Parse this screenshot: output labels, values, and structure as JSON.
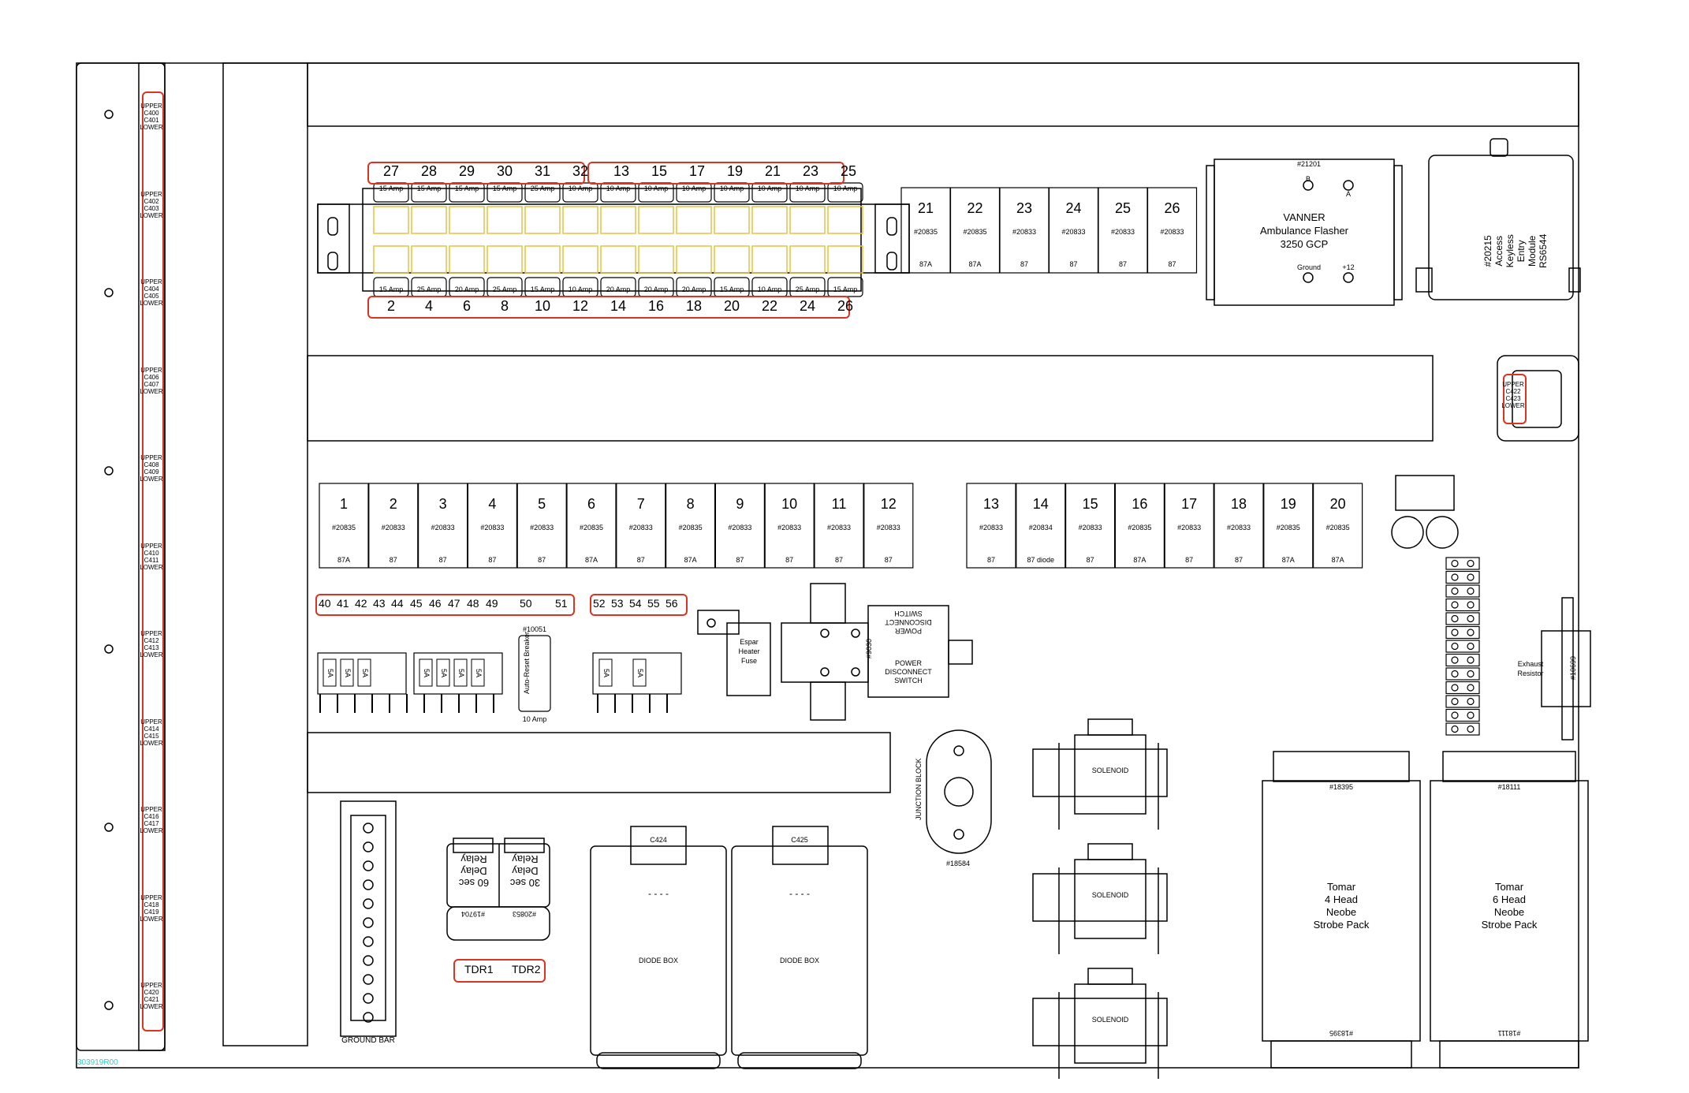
{
  "connectors_left": [
    [
      "UPPER",
      "C400",
      "C401",
      "LOWER"
    ],
    [
      "UPPER",
      "C402",
      "C403",
      "LOWER"
    ],
    [
      "UPPER",
      "C404",
      "C405",
      "LOWER"
    ],
    [
      "UPPER",
      "C406",
      "C407",
      "LOWER"
    ],
    [
      "UPPER",
      "C408",
      "C409",
      "LOWER"
    ],
    [
      "UPPER",
      "C410",
      "C411",
      "LOWER"
    ],
    [
      "UPPER",
      "C412",
      "C413",
      "LOWER"
    ],
    [
      "UPPER",
      "C414",
      "C415",
      "LOWER"
    ],
    [
      "UPPER",
      "C416",
      "C417",
      "LOWER"
    ],
    [
      "UPPER",
      "C418",
      "C419",
      "LOWER"
    ],
    [
      "UPPER",
      "C420",
      "C421",
      "LOWER"
    ]
  ],
  "connector_right": [
    "UPPER",
    "C422",
    "C423",
    "LOWER"
  ],
  "fuse_block": {
    "top_numbers": [
      "27",
      "28",
      "29",
      "30",
      "31",
      "32",
      "13",
      "15",
      "17",
      "19",
      "21",
      "23",
      "25"
    ],
    "top_ratings": [
      "15 Amp",
      "15 Amp",
      "15 Amp",
      "15 Amp",
      "25 Amp",
      "10 Amp",
      "10 Amp",
      "10 Amp",
      "10 Amp",
      "10 Amp",
      "10 Amp",
      "10 Amp",
      "10 Amp"
    ],
    "bottom_ratings": [
      "15 Amp",
      "25 Amp",
      "20 Amp",
      "25 Amp",
      "15 Amp",
      "10 Amp",
      "20 Amp",
      "20 Amp",
      "20 Amp",
      "15 Amp",
      "10 Amp",
      "25 Amp",
      "15 Amp"
    ],
    "bottom_numbers": [
      "2",
      "4",
      "6",
      "8",
      "10",
      "12",
      "14",
      "16",
      "18",
      "20",
      "22",
      "24",
      "26"
    ]
  },
  "top_relays": [
    {
      "num": "21",
      "pn": "#20835",
      "term": "87A"
    },
    {
      "num": "22",
      "pn": "#20835",
      "term": "87A"
    },
    {
      "num": "23",
      "pn": "#20833",
      "term": "87"
    },
    {
      "num": "24",
      "pn": "#20833",
      "term": "87"
    },
    {
      "num": "25",
      "pn": "#20833",
      "term": "87"
    },
    {
      "num": "26",
      "pn": "#20833",
      "term": "87"
    }
  ],
  "flasher": {
    "pn": "#21201",
    "b": "B",
    "a": "A",
    "title1": "VANNER",
    "title2": "Ambulance Flasher",
    "title3": "3250 GCP",
    "ground": "Ground",
    "plus12": "+12"
  },
  "keyless": [
    "#20215",
    "Access",
    "Keyless",
    "Entry",
    "Module",
    "RS6544"
  ],
  "relays_left": [
    {
      "num": "1",
      "pn": "#20835",
      "term": "87A"
    },
    {
      "num": "2",
      "pn": "#20833",
      "term": "87"
    },
    {
      "num": "3",
      "pn": "#20833",
      "term": "87"
    },
    {
      "num": "4",
      "pn": "#20833",
      "term": "87"
    },
    {
      "num": "5",
      "pn": "#20833",
      "term": "87"
    },
    {
      "num": "6",
      "pn": "#20835",
      "term": "87A"
    },
    {
      "num": "7",
      "pn": "#20833",
      "term": "87"
    },
    {
      "num": "8",
      "pn": "#20835",
      "term": "87A"
    },
    {
      "num": "9",
      "pn": "#20833",
      "term": "87"
    },
    {
      "num": "10",
      "pn": "#20833",
      "term": "87"
    },
    {
      "num": "11",
      "pn": "#20833",
      "term": "87"
    },
    {
      "num": "12",
      "pn": "#20833",
      "term": "87"
    }
  ],
  "relays_right": [
    {
      "num": "13",
      "pn": "#20833",
      "term": "87"
    },
    {
      "num": "14",
      "pn": "#20834",
      "term": "87 diode"
    },
    {
      "num": "15",
      "pn": "#20833",
      "term": "87"
    },
    {
      "num": "16",
      "pn": "#20835",
      "term": "87A"
    },
    {
      "num": "17",
      "pn": "#20833",
      "term": "87"
    },
    {
      "num": "18",
      "pn": "#20833",
      "term": "87"
    },
    {
      "num": "19",
      "pn": "#20835",
      "term": "87A"
    },
    {
      "num": "20",
      "pn": "#20835",
      "term": "87A"
    }
  ],
  "mini_fuse_numbers_a": [
    "40",
    "41",
    "42",
    "43",
    "44",
    "45",
    "46",
    "47",
    "48",
    "49",
    "50",
    "51"
  ],
  "mini_fuse_numbers_b": [
    "52",
    "53",
    "54",
    "55",
    "56"
  ],
  "mini_fuse_rating": "5A",
  "breaker": {
    "pn": "#10051",
    "label1": "Auto-Reset",
    "label2": "Breaker",
    "rating": "10 Amp"
  },
  "espar": [
    "Espar",
    "Heater",
    "Fuse"
  ],
  "power_switch": {
    "pn": "#9030",
    "label_top": [
      "POWER",
      "DISCONNECT",
      "SWITCH"
    ],
    "label_bottom": [
      "POWER",
      "DISCONNECT",
      "SWITCH"
    ]
  },
  "exhaust": {
    "label1": "Exhaust",
    "label2": "Resistor",
    "pn": "#10699"
  },
  "junction": {
    "label": "JUNCTION BLOCK",
    "pn": "#18584"
  },
  "solenoids": [
    "SOLENOID",
    "SOLENOID",
    "SOLENOID"
  ],
  "tdr": {
    "relay1": [
      "60 sec",
      "Delay",
      "Relay"
    ],
    "relay2": [
      "30 sec",
      "Delay",
      "Relay"
    ],
    "pn1": "#19704",
    "pn2": "#20853",
    "label1": "TDR1",
    "label2": "TDR2"
  },
  "diode_boxes": [
    {
      "conn": "C424",
      "label": "DIODE BOX"
    },
    {
      "conn": "C425",
      "label": "DIODE BOX"
    }
  ],
  "ground_bar": "GROUND BAR",
  "strobe4": {
    "pn": "#18395",
    "pn2": "#18395",
    "lines": [
      "Tomar",
      "4 Head",
      "Neobe",
      "Strobe Pack"
    ]
  },
  "strobe6": {
    "pn": "#18111",
    "pn2": "#18111",
    "lines": [
      "Tomar",
      "6 Head",
      "Neobe",
      "Strobe Pack"
    ]
  },
  "doc_id": "303919R00",
  "colors": {
    "line": "#000000",
    "red": "#dd3322",
    "fuse_yellow": "#e8c040",
    "doc_id": "#33cccc"
  }
}
